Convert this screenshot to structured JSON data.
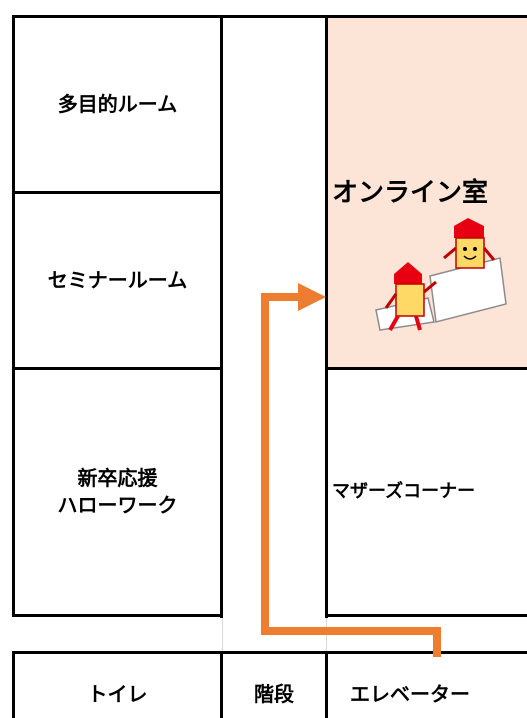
{
  "rooms": {
    "multipurpose": "多目的ルーム",
    "seminar": "セミナールーム",
    "new_grad_line1": "新卒応援",
    "new_grad_line2": "ハローワーク",
    "online": "オンライン室",
    "mothers_corner": "マザーズコーナー",
    "toilet": "トイレ",
    "stairs": "階段",
    "elevator": "エレベーター"
  },
  "colors": {
    "online_room_fill": "#fce4d6",
    "route_arrow": "#ed7d31",
    "walls": "#000000"
  },
  "icons": {
    "online_room": "mascot-pencil-characters-at-laptop-icon",
    "route": "route-arrow-icon"
  }
}
